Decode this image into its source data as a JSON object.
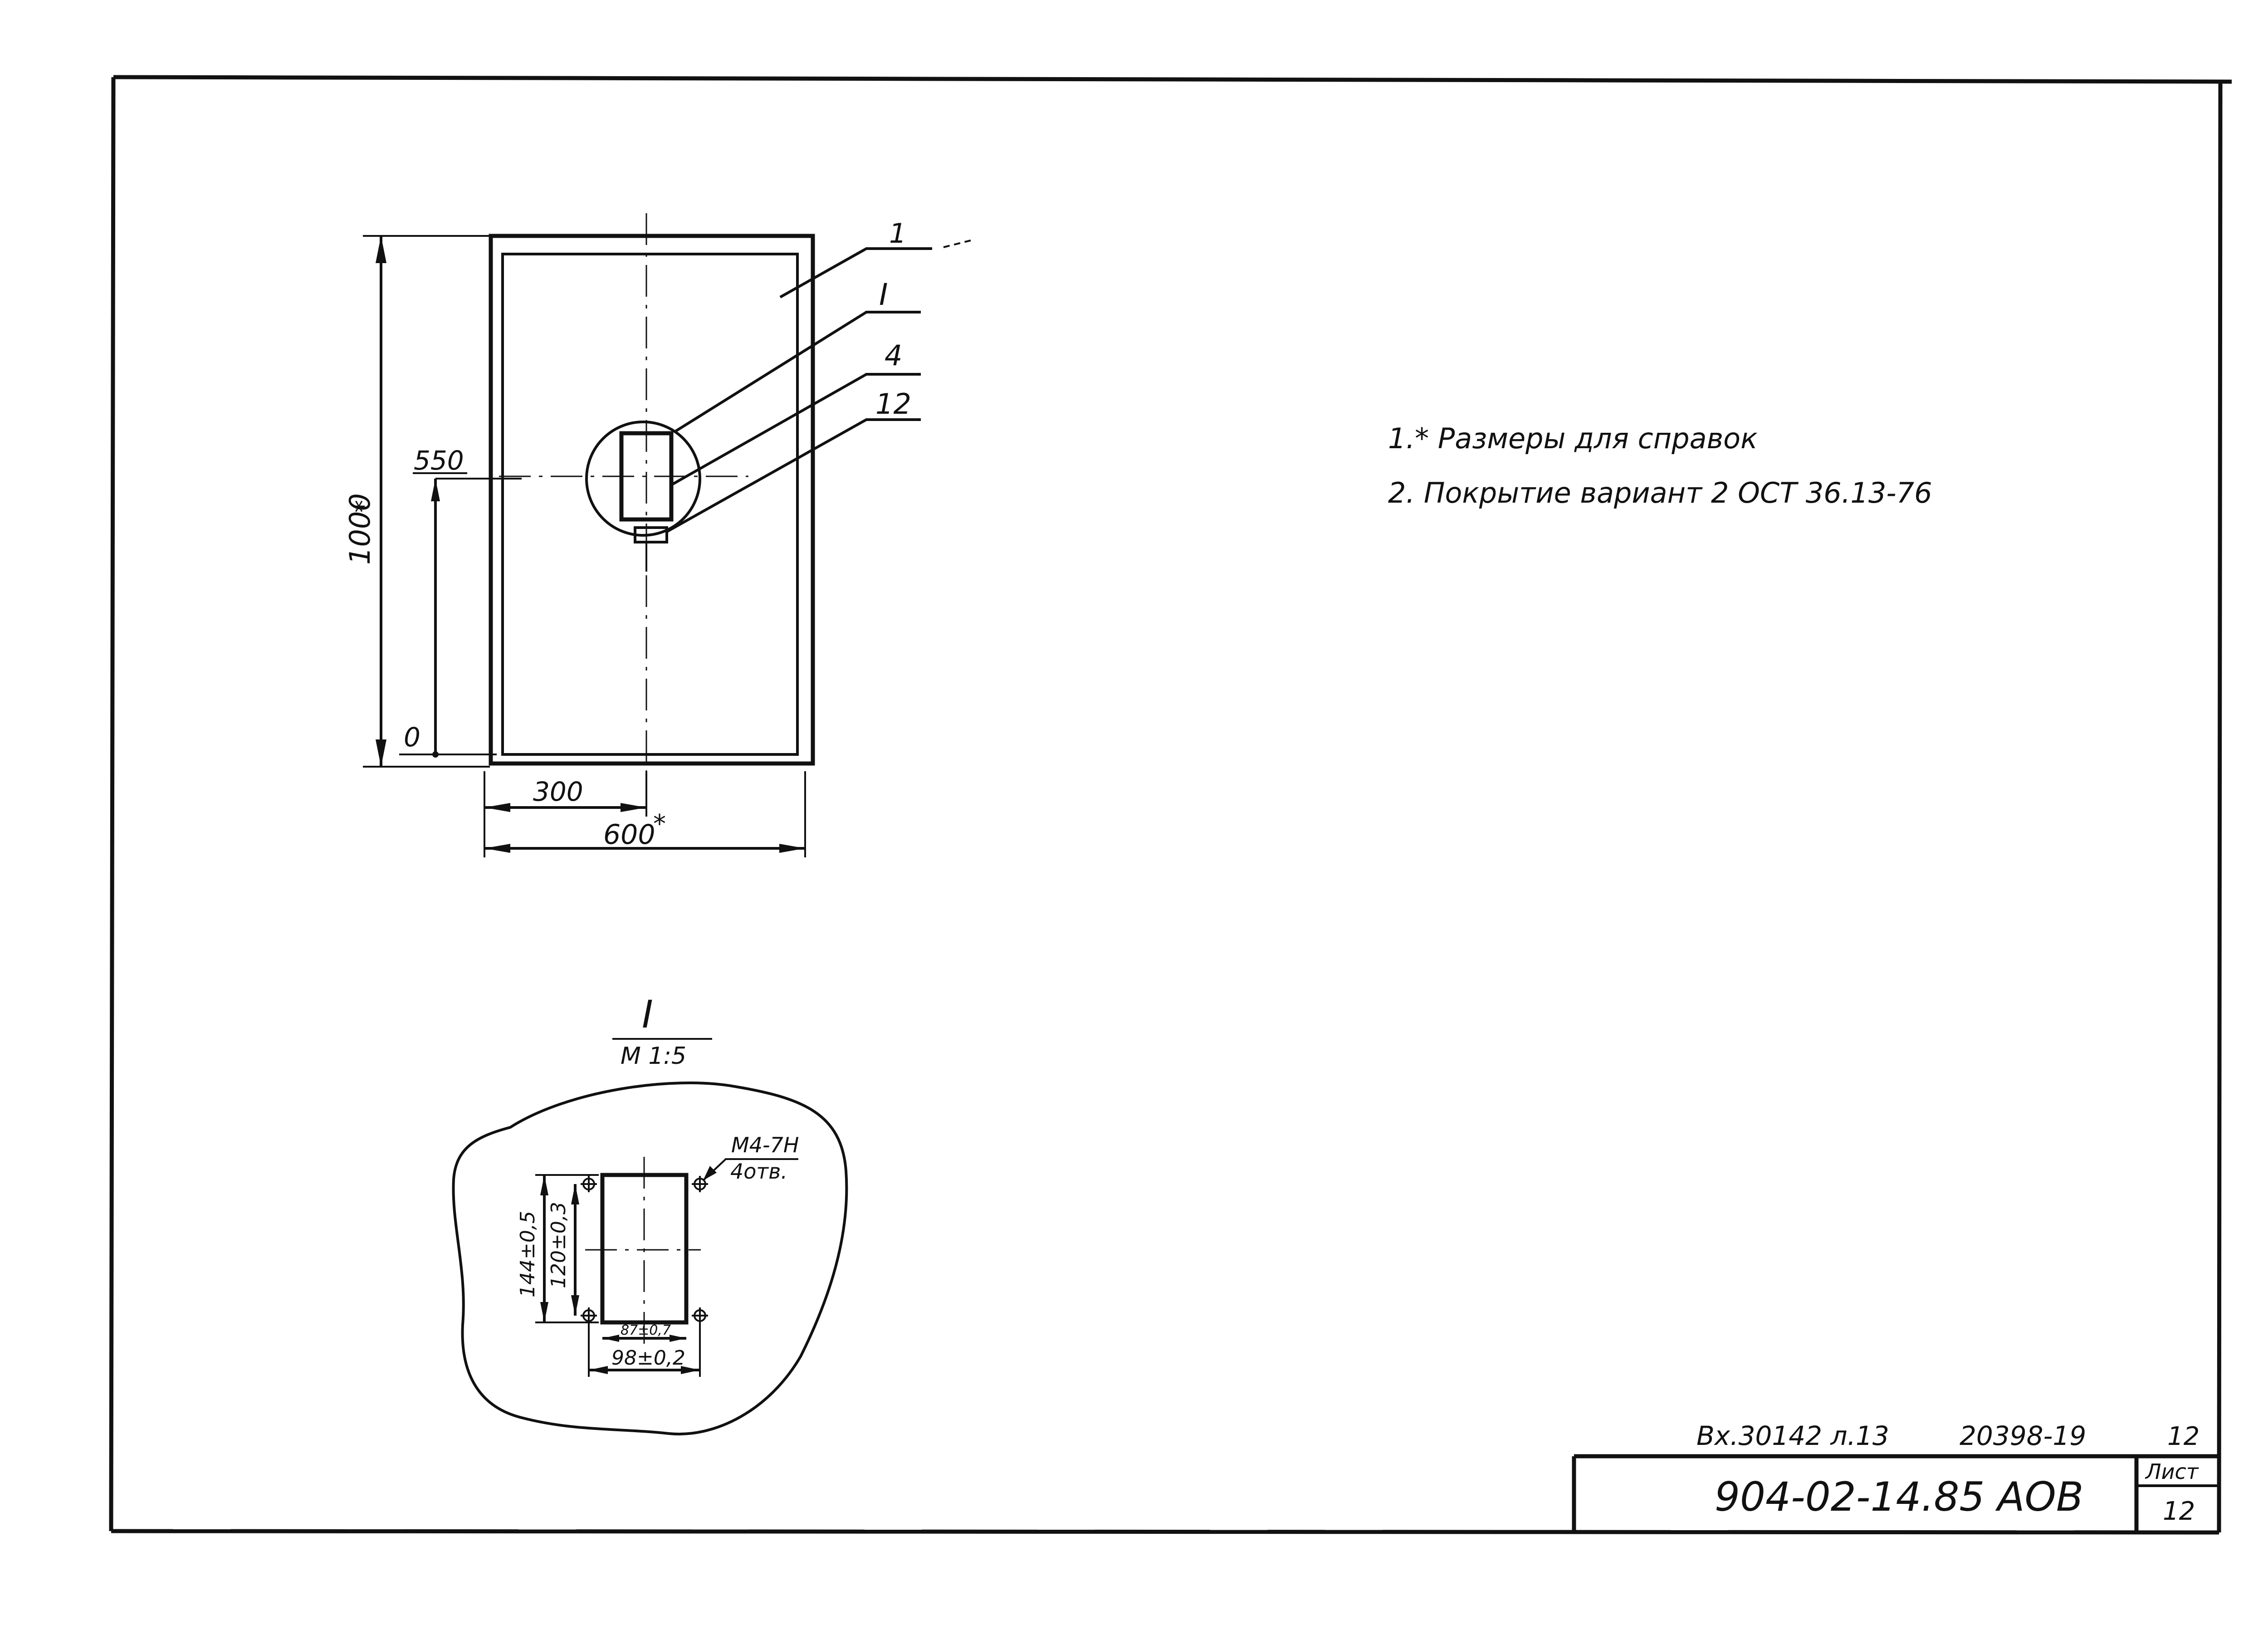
{
  "main_view": {
    "callouts": {
      "c1": "1",
      "c2": "I",
      "c3": "4",
      "c4": "12"
    },
    "dims": {
      "height": "1000",
      "height_star": "*",
      "level_550": "550",
      "level_0": "0",
      "half_width": "300",
      "width": "600",
      "width_star": "*"
    }
  },
  "notes": {
    "n1": "1.* Размеры для справок",
    "n2": "2. Покрытие вариант 2 ОСТ 36.13-76"
  },
  "detail": {
    "title": "I",
    "scale": "М 1:5",
    "thread": "М4-7Н",
    "holes": "4отв.",
    "d144": "144±0,5",
    "d120": "120±0,3",
    "d87": "87±0,7",
    "d98": "98±0,2"
  },
  "title_block": {
    "inv": "Вх.30142 л.13",
    "num": "20398-19",
    "sheet_top": "12",
    "code": "904-02-14.85 АОВ",
    "sheet_label": "Лист",
    "sheet": "12"
  }
}
